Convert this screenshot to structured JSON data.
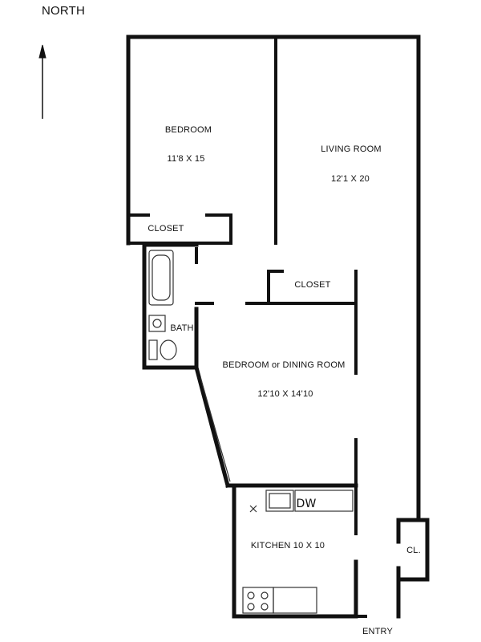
{
  "compass": {
    "label": "NORTH",
    "arrow_icon": "north-arrow-icon"
  },
  "rooms": {
    "bedroom": {
      "name": "BEDROOM",
      "size": "11'8 X 15"
    },
    "living_room": {
      "name": "LIVING ROOM",
      "size": "12'1 X 20"
    },
    "bedroom_closet": {
      "name": "CLOSET"
    },
    "hall_closet": {
      "name": "CLOSET"
    },
    "bath": {
      "name": "BATH"
    },
    "dining": {
      "name": "BEDROOM or DINING ROOM",
      "size": "12'10 X 14'10"
    },
    "kitchen": {
      "name": "KITCHEN 10 X 10",
      "dishwasher": "DW"
    },
    "entry_closet": {
      "name": "CL."
    }
  },
  "entry": {
    "label": "ENTRY"
  },
  "colors": {
    "wall": "#111111",
    "background": "#ffffff"
  }
}
